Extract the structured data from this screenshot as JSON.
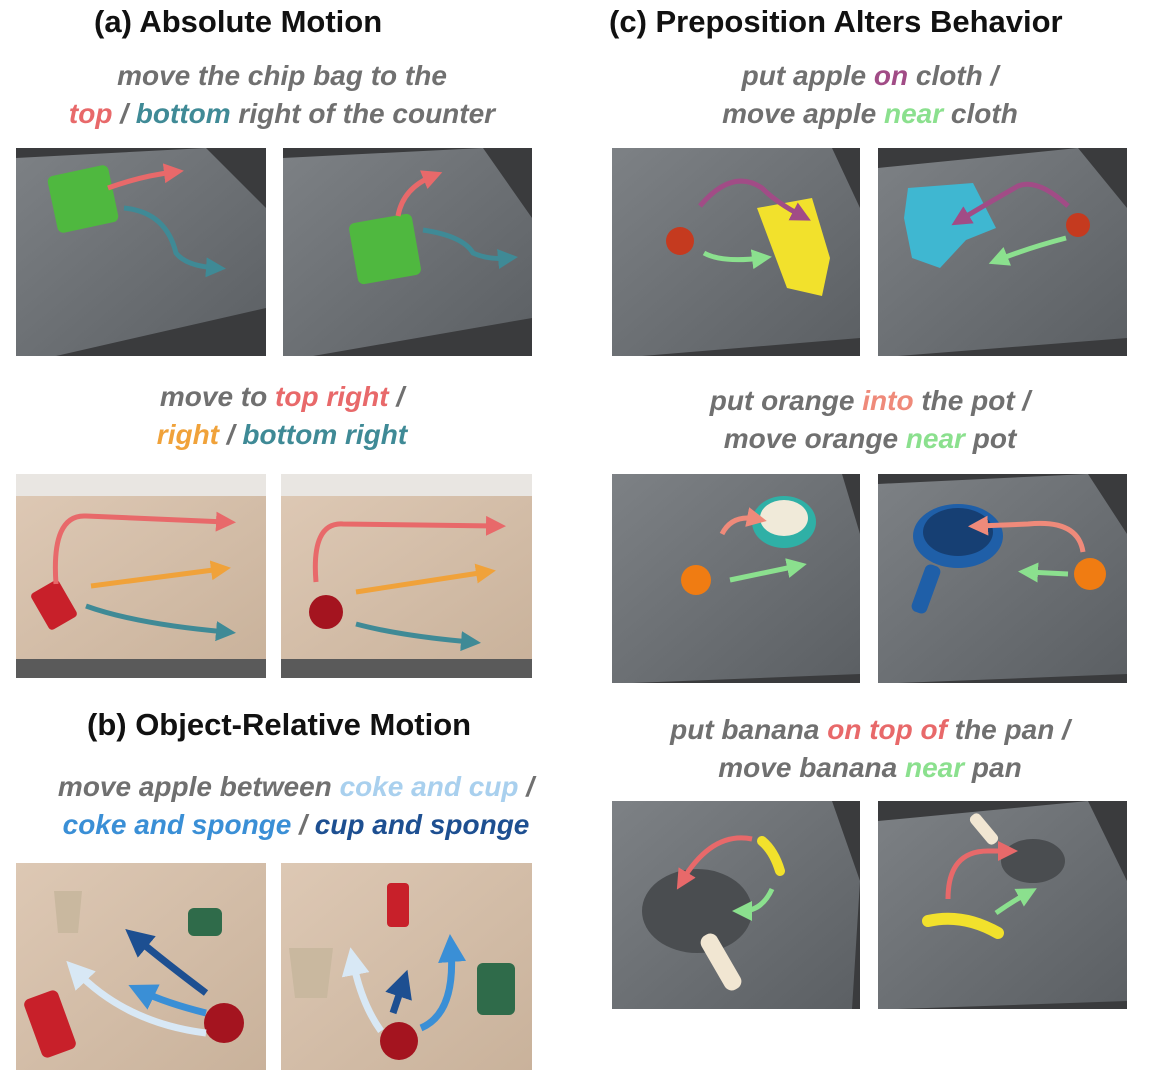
{
  "section_a": {
    "title": "(a) Absolute Motion",
    "cap1": {
      "line1": "move the chip bag to the",
      "top": "top",
      "slash": " / ",
      "bottom": "bottom",
      "rest": " right of the counter"
    },
    "cap2": {
      "pre": "move to ",
      "top_right": "top right",
      "slash1": " /",
      "right": "right",
      "slash2": " / ",
      "bottom_right": "bottom right"
    }
  },
  "section_b": {
    "title": "(b) Object-Relative Motion",
    "cap": {
      "pre": "move apple between ",
      "coke_cup": "coke and cup",
      "slash1": " /",
      "coke_sponge": "coke and sponge",
      "slash2": " / ",
      "cup_sponge": "cup and sponge"
    }
  },
  "section_c": {
    "title": "(c) Preposition Alters Behavior",
    "cap1": {
      "a": "put apple ",
      "on": "on",
      "b": " cloth /",
      "c": "move apple ",
      "near": "near",
      "d": " cloth"
    },
    "cap2": {
      "a": "put orange ",
      "into": "into",
      "b": " the pot /",
      "c": "move orange ",
      "near": "near",
      "d": " pot"
    },
    "cap3": {
      "a": "put banana ",
      "on_top_of": "on top of",
      "b": " the pan /",
      "c": "move banana ",
      "near": "near",
      "d": " pan"
    }
  },
  "colors": {
    "caption_gray": "#707070",
    "red": "#e8696a",
    "teal": "#3f8a96",
    "orange": "#f0a23a",
    "light_blue": "#a9d0ee",
    "mid_blue": "#3a8fd6",
    "dark_blue": "#1d4f91",
    "purple": "#a14c86",
    "green": "#8be08e",
    "salmon": "#ef8a7a"
  },
  "images": [
    {
      "id": "a-chipbag-1",
      "scene": "gray counter with green chip bag"
    },
    {
      "id": "a-chipbag-2",
      "scene": "gray counter with green chip bag"
    },
    {
      "id": "a-table-can",
      "scene": "wood table with coke can"
    },
    {
      "id": "a-table-apple",
      "scene": "wood table with red apple"
    },
    {
      "id": "b-coke-cup-sponge-1",
      "scene": "wood table with cup, sponge, coke, apple"
    },
    {
      "id": "b-coke-cup-sponge-2",
      "scene": "wood table with coke, cup, sponge, apple"
    },
    {
      "id": "c-cloth-yellow",
      "scene": "gray counter apple and yellow cloth"
    },
    {
      "id": "c-cloth-blue",
      "scene": "gray counter apple and blue cloth"
    },
    {
      "id": "c-pot-green",
      "scene": "gray counter orange and teal pot"
    },
    {
      "id": "c-pot-blue",
      "scene": "gray counter orange and blue pot"
    },
    {
      "id": "c-pan-1",
      "scene": "gray counter banana and gray pan"
    },
    {
      "id": "c-pan-2",
      "scene": "gray counter banana and gray pan"
    }
  ]
}
